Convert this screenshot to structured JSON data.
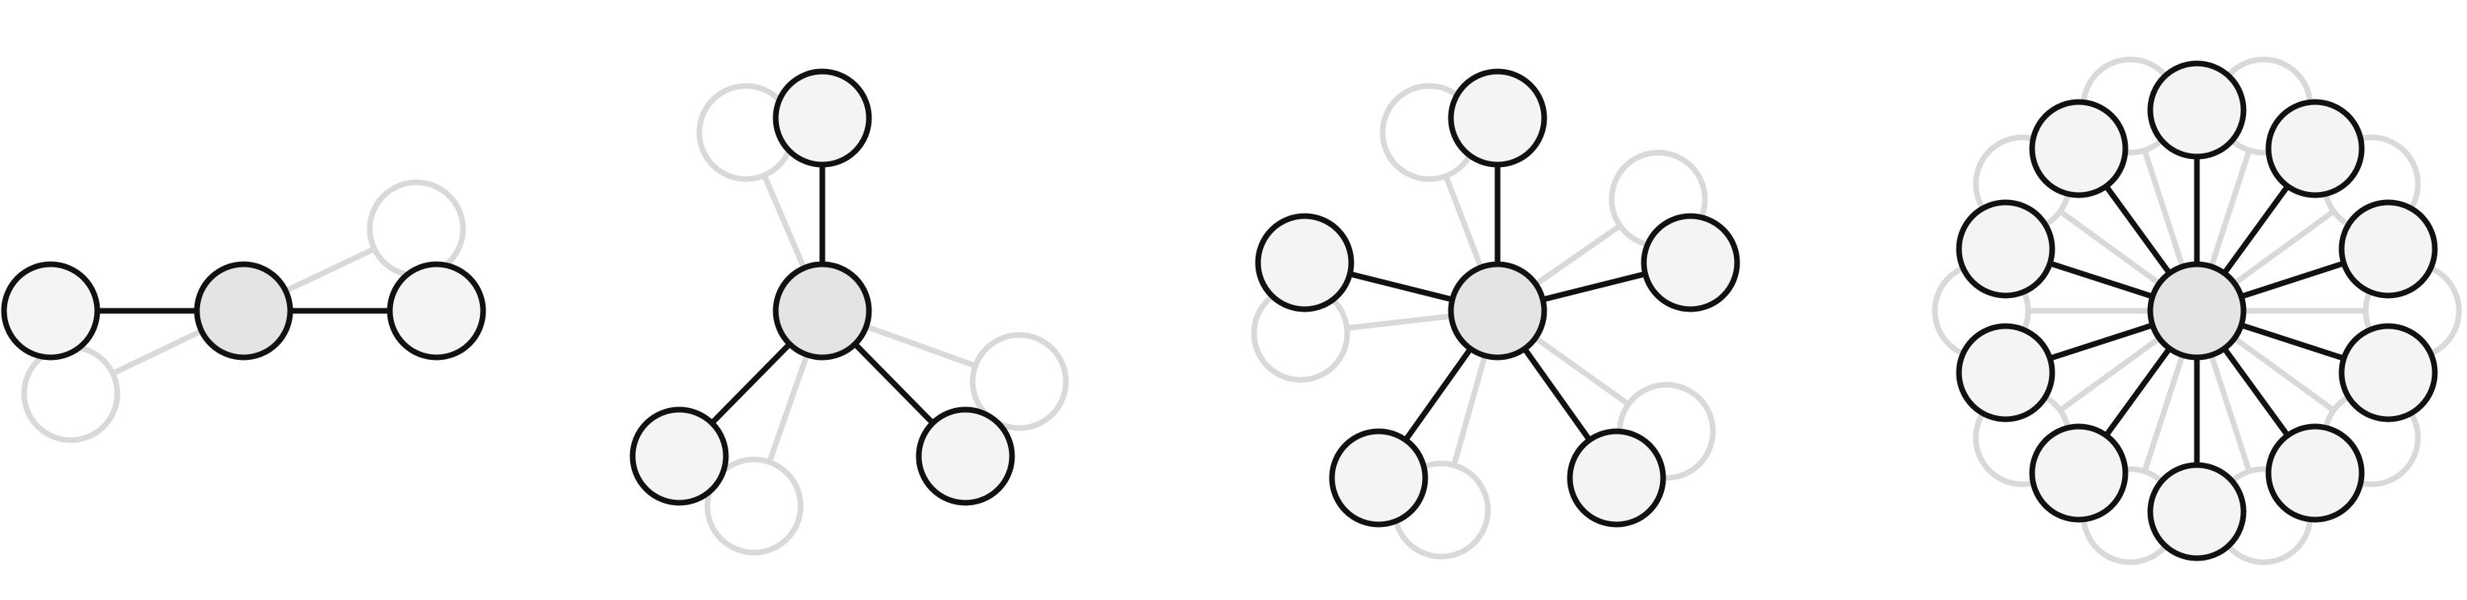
{
  "colors": {
    "background": "#ffffff",
    "node_fill": "#f4f4f4",
    "center_fill": "#e4e4e4",
    "stroke": "#111111",
    "ghost_stroke": "#d9d9d9",
    "ghost_fill": "#ffffff"
  },
  "diagrams": [
    {
      "name": "star-graph-2",
      "front_leaves": 2,
      "ghost_leaves": 2
    },
    {
      "name": "star-graph-3",
      "front_leaves": 3,
      "ghost_leaves": 3
    },
    {
      "name": "star-graph-5",
      "front_leaves": 5,
      "ghost_leaves": 5
    },
    {
      "name": "star-graph-10",
      "front_leaves": 10,
      "ghost_leaves": 10
    }
  ]
}
